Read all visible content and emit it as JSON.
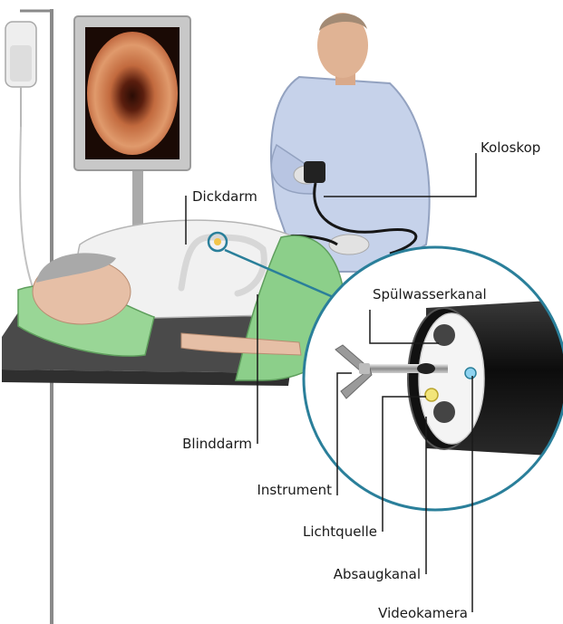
{
  "labels": {
    "koloskop": "Koloskop",
    "dickdarm": "Dickdarm",
    "spuelwasserkanal": "Spülwasserkanal",
    "blinddarm": "Blinddarm",
    "instrument": "Instrument",
    "lichtquelle": "Lichtquelle",
    "absaugkanal": "Absaugkanal",
    "videokamera": "Videokamera"
  },
  "colors": {
    "leader_lines": "#1a1a1a",
    "callout_ring": "#2a7f9a",
    "scope_tube": "#111111",
    "gown": "#c6d2ea",
    "sheet": "#8ccf8a",
    "bed": "#4a4a4a"
  }
}
